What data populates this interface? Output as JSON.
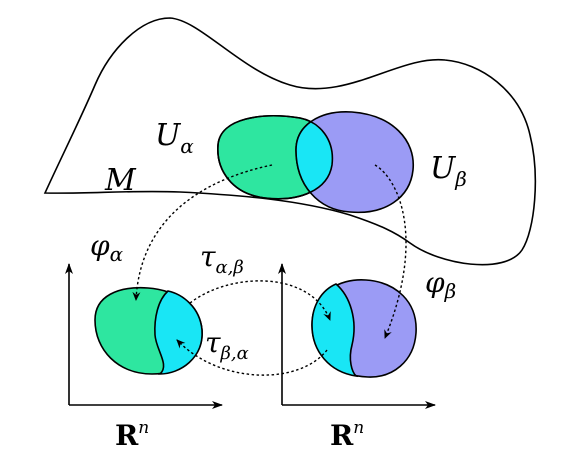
{
  "labels": {
    "manifold": "M",
    "U": "U",
    "alpha": "α",
    "beta": "β",
    "phi": "φ",
    "tau": "τ",
    "sub_ab": "α,β",
    "sub_ba": "β,α",
    "R": "R",
    "n": "n"
  },
  "colors": {
    "green": "#2ee6a0",
    "blue": "#9b9bf5",
    "overlap": "#19e6f5",
    "stroke": "#000000"
  }
}
